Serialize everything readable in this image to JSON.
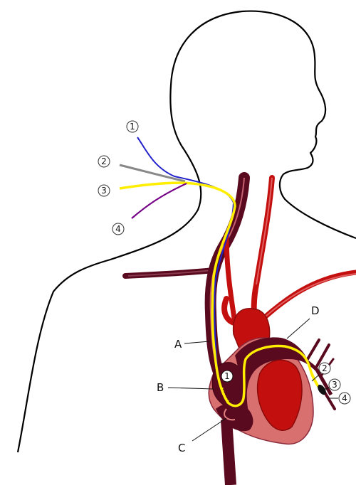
{
  "labels": {
    "A": "A",
    "B": "B",
    "C": "C",
    "D": "D"
  },
  "wire_numbers": {
    "w1": "1",
    "w2": "2",
    "w3": "3",
    "w4": "4"
  },
  "tip_numbers": {
    "t1": "2",
    "t2": "3",
    "t3": "4"
  },
  "marker": "1",
  "colors": {
    "outline": "#000000",
    "vessel_dark": "#5a0a1e",
    "vessel_red": "#c40f0f",
    "vessel_light": "#e06060",
    "heart_pink": "#d97070",
    "lead_yellow": "#ffee00",
    "lead_blue": "#2222cc",
    "lead_gray": "#888888",
    "lead_purple": "#770088",
    "background": "#ffffff"
  }
}
